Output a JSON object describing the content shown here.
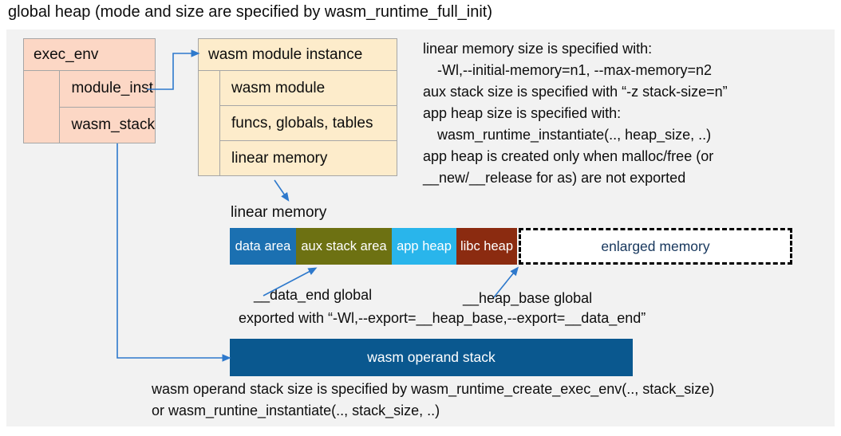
{
  "title": "global heap (mode and size are specified by wasm_runtime_full_init)",
  "exec_env": {
    "title": "exec_env",
    "fields": [
      "module_inst",
      "wasm_stack"
    ]
  },
  "module_instance": {
    "title": "wasm module instance",
    "fields": [
      "wasm module",
      "funcs, globals, tables",
      "linear memory"
    ]
  },
  "notes_right": {
    "lines": [
      {
        "text": "linear memory size is specified with:",
        "indent": false
      },
      {
        "text": "-Wl,--initial-memory=n1, --max-memory=n2",
        "indent": true
      },
      {
        "text": "aux stack size is specified with “-z stack-size=n”",
        "indent": false
      },
      {
        "text": "app heap size is specified with:",
        "indent": false
      },
      {
        "text": "wasm_runtime_instantiate(.., heap_size, ..)",
        "indent": true
      },
      {
        "text": "app heap is created only when malloc/free (or",
        "indent": false
      },
      {
        "text": "__new/__release for as) are not exported",
        "indent": false
      }
    ]
  },
  "linear_memory": {
    "label": "linear memory",
    "segments": [
      {
        "label": "data area",
        "color": "#1b70b1"
      },
      {
        "label": "aux stack area",
        "color": "#6d7112"
      },
      {
        "label": "app heap",
        "color": "#29b5eb"
      },
      {
        "label": "libc heap",
        "color": "#8b2b10"
      },
      {
        "label": "enlarged memory",
        "color": "#ffffff",
        "text_color": "#16365c",
        "border": "dashed-black"
      }
    ],
    "data_end_label": "__data_end global",
    "heap_base_label": "__heap_base global",
    "export_note": "exported with “-Wl,--export=__heap_base,--export=__data_end”"
  },
  "operand_stack": {
    "label": "wasm operand stack",
    "note_line1": "wasm operand stack size is specified by wasm_runtime_create_exec_env(.., stack_size)",
    "note_line2": "or wasm_runtine_instantiate(.., stack_size, ..)"
  },
  "colors": {
    "panel_bg": "#f2f2f2",
    "exec_env_fill": "#fcd7c5",
    "module_instance_fill": "#fdeccb",
    "box_border": "#a6a6a6",
    "arrow": "#2e79cc",
    "operand_stack_fill": "#0a588f",
    "text": "#0d0d0d"
  }
}
